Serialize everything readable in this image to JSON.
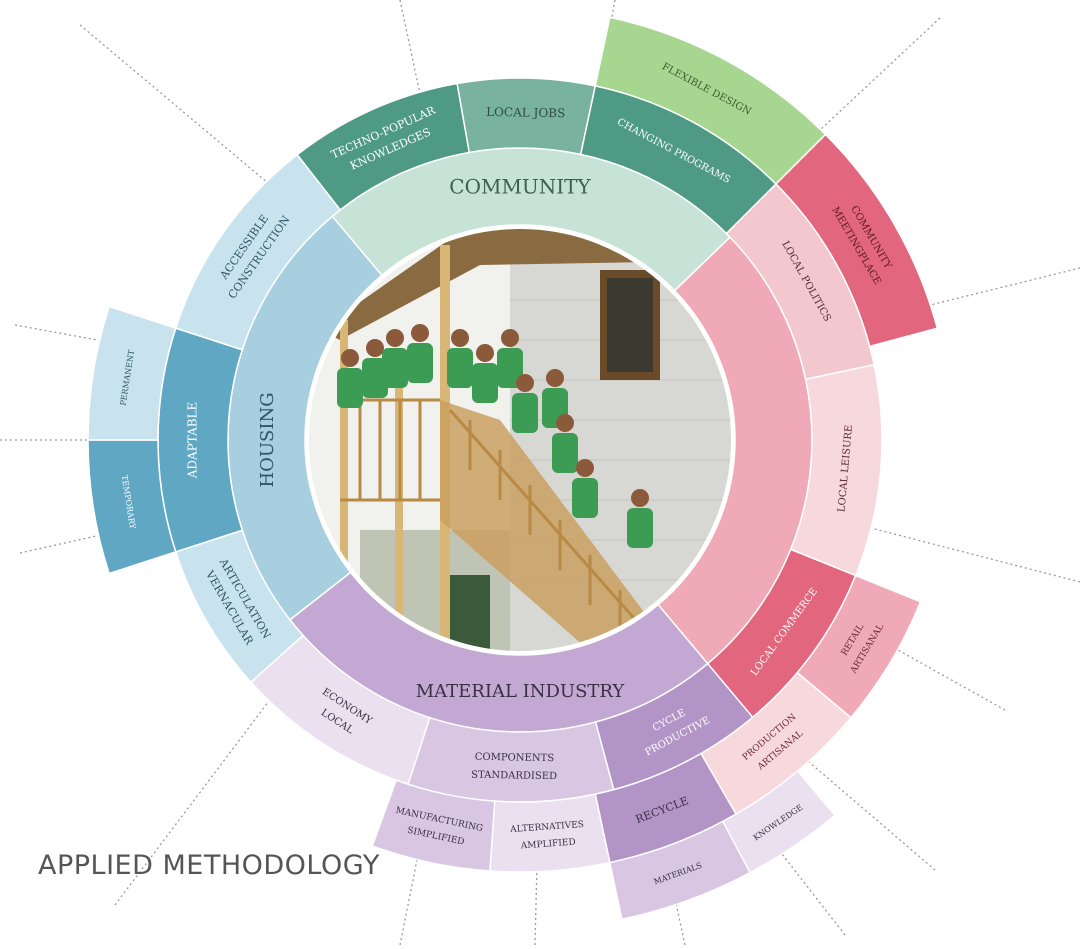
{
  "title": "APPLIED METHODOLOGY",
  "colors": {
    "community_inner": "#c7e3d8",
    "community_mid": "#79b3a0",
    "community_dark": "#4f9a85",
    "flexible": "#a7d690",
    "commerce_inner": "#f0a9b6",
    "commerce_mid": "#f2c7cd",
    "commerce_dark": "#e2667d",
    "commerce_light": "#f7d8dd",
    "housing_inner": "#a7cfe0",
    "housing_mid": "#c9e3ee",
    "housing_dark": "#5fa7c3",
    "housing_light": "#dcecf3",
    "material_inner": "#c2a8d2",
    "material_mid": "#d8c6e2",
    "material_dark": "#b294c6",
    "material_light": "#ebe0f0",
    "photo_sky": "#f1f1ee",
    "photo_wall": "#d7d8d3",
    "photo_roof": "#8a6a40",
    "photo_bamboo": "#d8b676",
    "shirt": "#3d9c54"
  },
  "segments": {
    "community": "COMMUNITY",
    "housing": "HOUSING",
    "material_industry": "MATERIAL INDUSTRY",
    "techno_popular_1": "TECHNO-POPULAR",
    "techno_popular_2": "KNOWLEDGES",
    "local_jobs": "LOCAL JOBS",
    "changing_programs": "CHANGING PROGRAMS",
    "flexible_design": "FLEXIBLE DESIGN",
    "community_meetingplace_1": "COMMUNITY",
    "community_meetingplace_2": "MEETINGPLACE",
    "local_politics": "LOCAL POLITICS",
    "local_leisure": "LOCAL LEISURE",
    "local_commerce": "LOCAL COMMERCE",
    "artisanal_retail_1": "ARTISANAL",
    "artisanal_retail_2": "RETAIL",
    "artisanal_production_1": "ARTISANAL",
    "artisanal_production_2": "PRODUCTION",
    "accessible": "ACCESSIBLE",
    "construction": "CONSTRUCTION",
    "adaptable": "ADAPTABLE",
    "temporary": "TEMPORARY",
    "permanent": "PERMANENT",
    "vernacular": "VERNACULAR",
    "articulation": "ARTICULATION",
    "local_economy_1": "LOCAL",
    "local_economy_2": "ECONOMY",
    "standardised_1": "STANDARDISED",
    "standardised_2": "COMPONENTS",
    "productive_cycle_1": "PRODUCTIVE",
    "productive_cycle_2": "CYCLE",
    "recycle": "RECYCLE",
    "simplified_1": "SIMPLIFIED",
    "simplified_2": "MANUFACTURING",
    "amplified_1": "AMPLIFIED",
    "amplified_2": "ALTERNATIVES",
    "materials": "MATERIALS",
    "knowledge": "KNOWLEDGE"
  }
}
